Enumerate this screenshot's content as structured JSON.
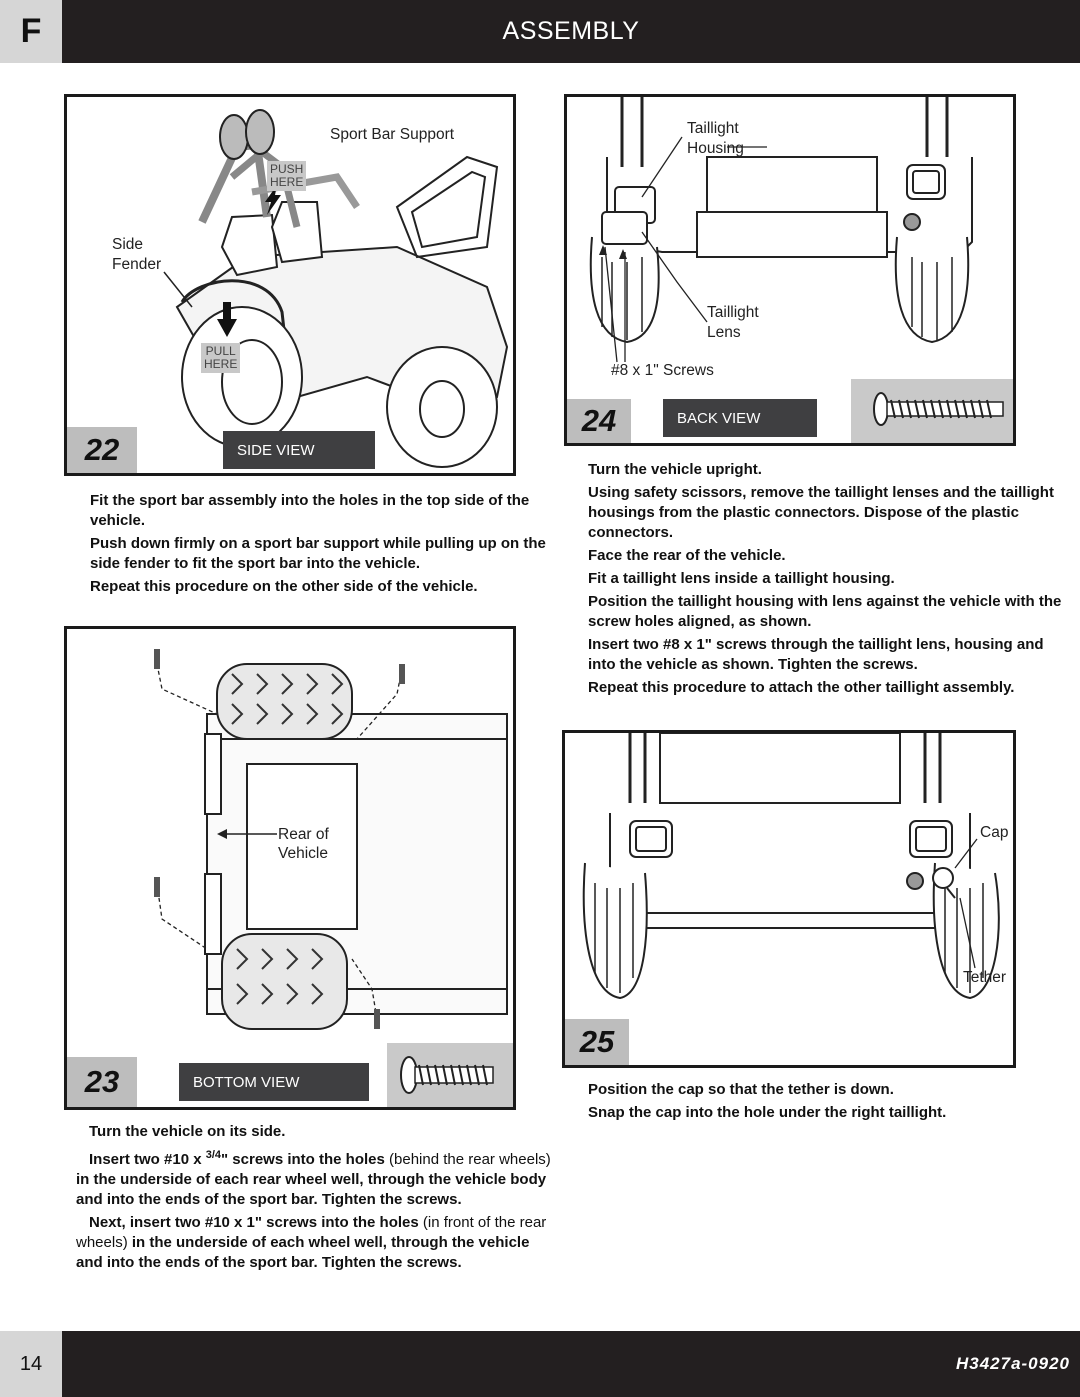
{
  "header": {
    "section_letter": "F",
    "title": "ASSEMBLY"
  },
  "step22": {
    "number": "22",
    "view": "SIDE VIEW",
    "labels": {
      "sport_bar_support": "Sport Bar Support",
      "side": "Side",
      "fender": "Fender",
      "push": "PUSH",
      "push_here": "HERE",
      "pull": "PULL",
      "pull_here": "HERE"
    },
    "instructions": [
      "Fit the sport bar assembly into the holes in the top side of the vehicle.",
      "Push down firmly on a sport bar support while pulling up on the side fender to fit the sport bar into the vehicle.",
      "Repeat this procedure on the other side of the vehicle."
    ]
  },
  "step23": {
    "number": "23",
    "view": "BOTTOM VIEW",
    "labels": {
      "rear_of": "Rear of",
      "vehicle": "Vehicle"
    },
    "instructions": {
      "p1": "Turn the vehicle on its side.",
      "p2_bold_a": "Insert two #10 x ",
      "p2_frac": "3/4",
      "p2_bold_b": "\" screws into the holes",
      "p2_light": " (behind the rear wheels)",
      "p2_rest": "in the underside of each rear wheel well, through the vehicle body and into the ends of the sport bar. Tighten the screws.",
      "p3_bold_a": "Next, insert two #10 x 1\" screws into the holes",
      "p3_light": " (in front of the rear wheels)",
      "p3_rest": " in the underside of each wheel well, through the vehicle and into the ends of the sport bar. Tighten the screws."
    }
  },
  "step24": {
    "number": "24",
    "view": "BACK VIEW",
    "labels": {
      "taillight": "Taillight",
      "housing": "Housing",
      "taillight2": "Taillight",
      "lens": "Lens",
      "screws": "#8 x 1\" Screws"
    },
    "instructions": [
      "Turn the vehicle upright.",
      "Using safety scissors, remove the taillight lenses and the taillight housings from the plastic connectors. Dispose of the plastic connectors.",
      "Face the rear of the vehicle.",
      "Fit a taillight lens inside a taillight housing.",
      "Position the taillight housing with lens against the vehicle with the screw holes aligned, as shown.",
      "Insert two #8 x 1\" screws through the taillight lens, housing and into the vehicle as shown. Tighten the screws.",
      "Repeat this procedure to attach the other taillight assembly."
    ]
  },
  "step25": {
    "number": "25",
    "labels": {
      "cap": "Cap",
      "tether": "Tether"
    },
    "instructions": [
      "Position the cap so that the tether is down.",
      "Snap the cap into the hole under the right taillight."
    ]
  },
  "footer": {
    "page_number": "14",
    "code": "H3427a-0920"
  }
}
